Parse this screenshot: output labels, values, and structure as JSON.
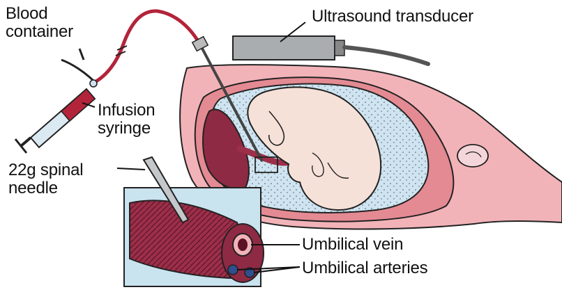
{
  "labels": {
    "blood_container": [
      "Blood",
      "container"
    ],
    "infusion_syringe": [
      "Infusion",
      "syringe"
    ],
    "spinal_needle": [
      "22g spinal",
      "needle"
    ],
    "ultrasound_transducer": "Ultrasound transducer",
    "umbilical_vein": "Umbilical vein",
    "umbilical_arteries": "Umbilical arteries"
  },
  "colors": {
    "uterus_pink": "#f2b3b8",
    "uterus_dark_pink": "#e48a93",
    "placenta_maroon": "#8e2a44",
    "cord_maroon": "#9c2f4a",
    "amniotic_fluid": "#cfe4f0",
    "fetus_skin": "#f6e1d8",
    "transducer_gray": "#a9adb0",
    "tube_red": "#b3243a",
    "inset_bg": "#c9e3ef"
  }
}
